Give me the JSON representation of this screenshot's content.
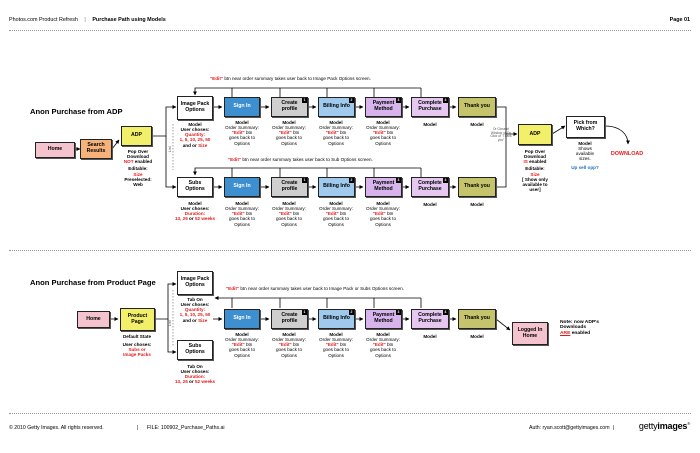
{
  "header": {
    "product": "Photos.com Product Refresh",
    "separator": "|",
    "doc_title": "Purchase Path using Models",
    "page": "Page 01"
  },
  "sections": {
    "adp_title": "Anon Purchase from ADP",
    "pp_title": "Anon Purchase from Product Page"
  },
  "notes": {
    "edit_image_pack": [
      "\"Edit\"",
      " btn near order summary takes user back to Image Pack Options screen."
    ],
    "edit_subs": [
      "\"Edit\"",
      " btn near order summary takes user back to Sub Options screen."
    ],
    "edit_both": [
      "\"Edit\"",
      " btn near order summary takes user back to Image Pack or Subs Options screen."
    ],
    "list": "List",
    "or_close": "Or Close of Window or On Click of \"Thank you\""
  },
  "boxes": {
    "home": "Home",
    "search_results": "Search Results",
    "adp": "ADP",
    "image_pack_options": "Image Pack Options",
    "subs_options": "Subs Options",
    "sign_in": "Sign In",
    "create_profile": "Create profile",
    "billing_info": "Billing Info",
    "payment_method": "Payment Method",
    "complete_purchase": "Complete Purchase",
    "thank_you": "Thank you",
    "pick_from_which": "Pick from Which?",
    "download": "DOWNLOAD",
    "product_page": "Product Page",
    "logged_in_home": "Logged In Home"
  },
  "step_numbers": {
    "create_profile": "1",
    "billing_info": "2",
    "payment_method": "3",
    "complete_purchase": "4"
  },
  "labels": {
    "model": "Model",
    "order_summary": "Order Summary:",
    "edit": "\"Edit\"",
    "btn": " btn",
    "goes_back": "goes back to",
    "options": "Options",
    "user_choses": "User choses:",
    "quantity": "Quantity:",
    "quantity_values": "1, 5, 10, 25, 50",
    "and_or": "and or ",
    "size": "Size",
    "duration": "Duration:",
    "duration_values": "13, 26",
    "or_word": " or ",
    "weeks": "52 weeks",
    "pop_over": "Pop Over",
    "download": "Download",
    "not": "NOT",
    "is": "IS",
    "enabled": " enabled",
    "editable": "Editable:",
    "preselected": "Preselected:",
    "web": "Web",
    "show_only": "[ Show only available to user]",
    "shows_available": "Shows available sizes.",
    "upsell": "Up sell opp?",
    "tab_on": "Tab On",
    "default_state": "Default State",
    "subs_or": "Subs or",
    "image_packs": "Image Packs",
    "now_adp": "Note: now ADP's Downloads",
    "are": "ARE",
    "enabled_word": "enabled"
  },
  "footer": {
    "copyright": "© 2010 Getty Images. All rights reserved.",
    "file": "FILE: 100902_Purchase_Paths.ai",
    "auth": "Auth: ryan.scott@gettyimages.com",
    "logo_a": "getty",
    "logo_b": "images",
    "logo_mark": "®"
  },
  "colors": {
    "home": "#f4c3ce",
    "search_results": "#f5b27a",
    "adp": "#f2f06a",
    "sign_in": "#3d8fcf",
    "create_profile": "#cfcfcf",
    "billing_info": "#9fcaee",
    "payment_method": "#d7b4ec",
    "complete_purchase": "#e5c7f2",
    "thank_you": "#c5c46c",
    "accent_red": "#e41b1b",
    "accent_blue": "#1e72c0"
  }
}
